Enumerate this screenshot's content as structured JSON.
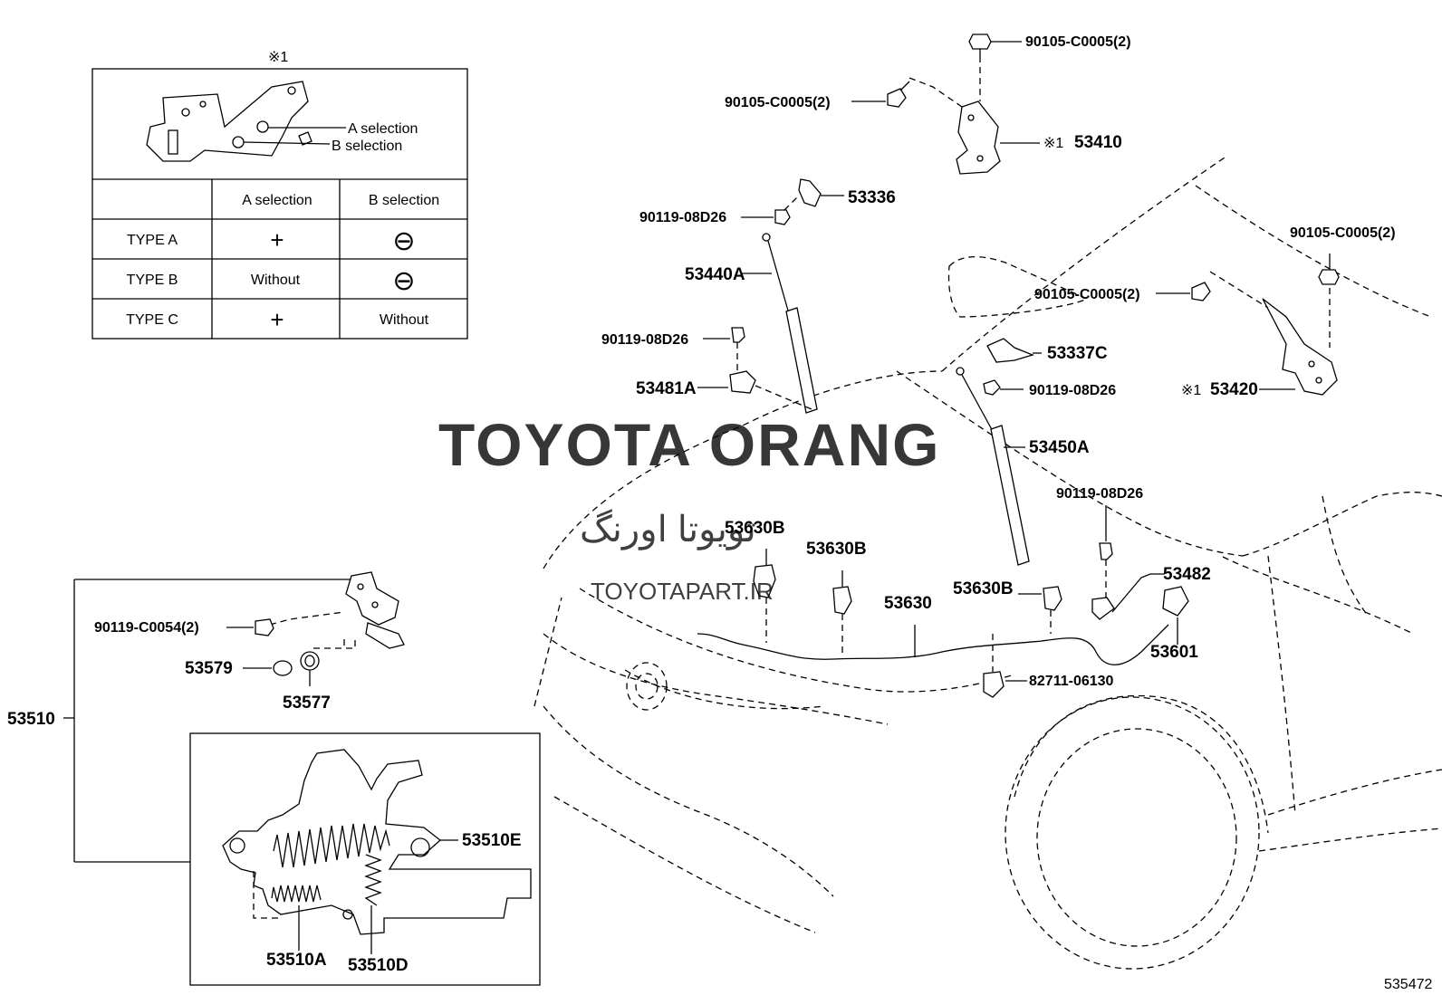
{
  "table": {
    "mark": "※1",
    "sel_a": "A selection",
    "sel_b": "B selection",
    "header_a": "A selection",
    "header_b": "B selection",
    "rows": [
      {
        "type": "TYPE A",
        "a": "+",
        "b": "⊖"
      },
      {
        "type": "TYPE B",
        "a": "Without",
        "b": "⊖"
      },
      {
        "type": "TYPE C",
        "a": "+",
        "b": "Without"
      }
    ]
  },
  "callouts": {
    "c_90105_top": "90105-C0005(2)",
    "c_90105_left": "90105-C0005(2)",
    "c_53410": "53410",
    "c_53410_mark": "※1",
    "c_53336": "53336",
    "c_90119_a": "90119-08D26",
    "c_53440A": "53440A",
    "c_90119_b": "90119-08D26",
    "c_53481A": "53481A",
    "c_90105_r1": "90105-C0005(2)",
    "c_90105_r2": "90105-C0005(2)",
    "c_53337C": "53337C",
    "c_90119_c": "90119-08D26",
    "c_53420": "53420",
    "c_53420_mark": "※1",
    "c_53450A": "53450A",
    "c_90119_d": "90119-08D26",
    "c_53482": "53482",
    "c_53601": "53601",
    "c_53630B_1": "53630B",
    "c_53630B_2": "53630B",
    "c_53630B_3": "53630B",
    "c_53630": "53630",
    "c_82711": "82711-06130",
    "c_90119_C0054": "90119-C0054(2)",
    "c_53579": "53579",
    "c_53577": "53577",
    "c_53510": "53510",
    "c_53510E": "53510E",
    "c_53510A": "53510A",
    "c_53510D": "53510D",
    "c_diagram_id": "535472"
  },
  "watermark": {
    "brand": "TOYOTA ORANG",
    "brand_fa": "تویوتا اورنگ",
    "site": "TOYOTAPART.IR"
  }
}
